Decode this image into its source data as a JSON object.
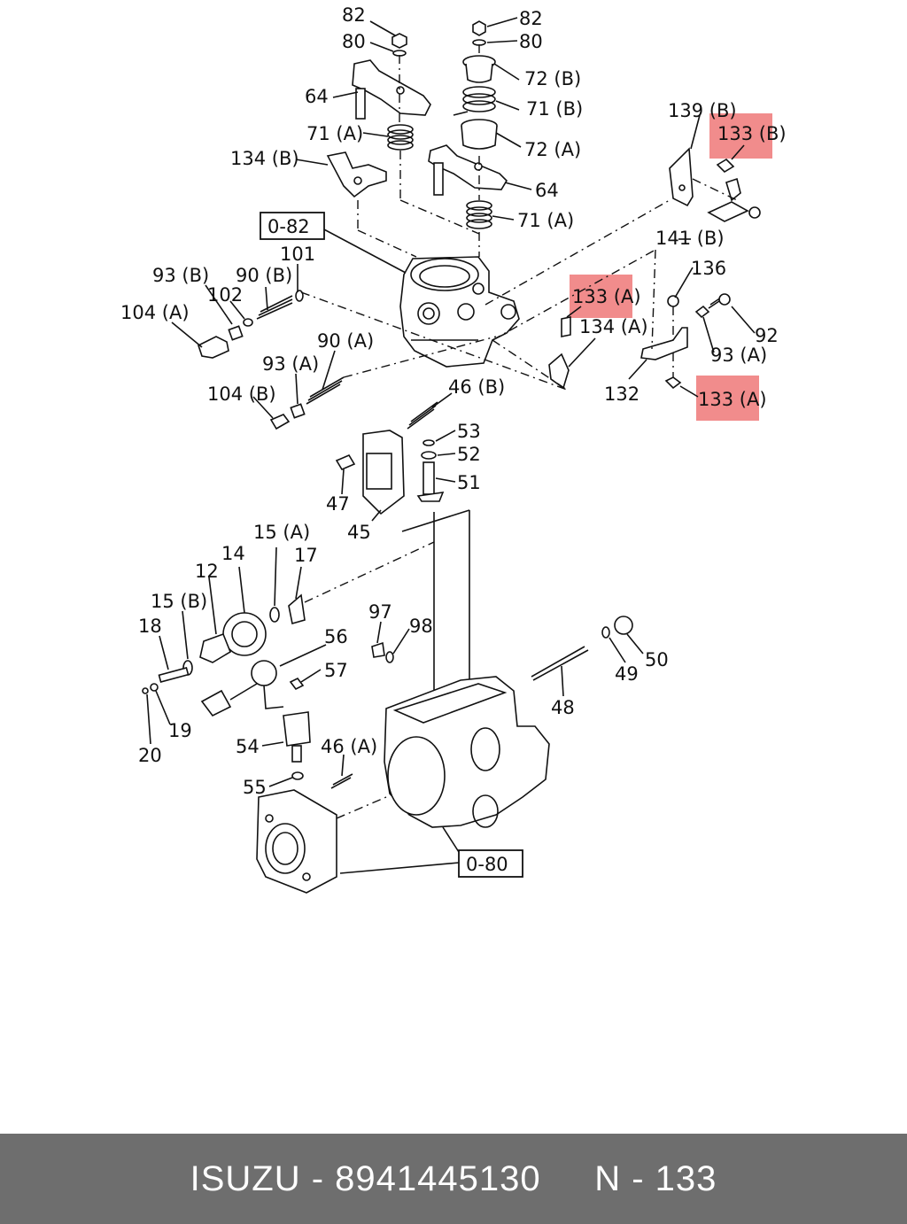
{
  "labels": {
    "l82a": "82",
    "l80a": "80",
    "l64a": "64",
    "l71A_a": "71 (A)",
    "l134B": "134 (B)",
    "l82b": "82",
    "l80b": "80",
    "l72B": "72 (B)",
    "l71B": "71 (B)",
    "l72A": "72 (A)",
    "l64b": "64",
    "l71A_b": "71 (A)",
    "l082": "0-82",
    "l101": "101",
    "l93B": "93 (B)",
    "l90B": "90 (B)",
    "l102": "102",
    "l104A": "104 (A)",
    "l90A": "90 (A)",
    "l93A_l": "93 (A)",
    "l104B": "104 (B)",
    "l46B": "46 (B)",
    "l53": "53",
    "l52": "52",
    "l51": "51",
    "l47": "47",
    "l45": "45",
    "l139B": "139 (B)",
    "l133B": "133 (B)",
    "l141B": "141 (B)",
    "l136": "136",
    "l133A_1": "133 (A)",
    "l134A": "134 (A)",
    "l92": "92",
    "l93A_r": "93 (A)",
    "l132": "132",
    "l133A_2": "133 (A)",
    "l15A": "15 (A)",
    "l14": "14",
    "l17": "17",
    "l12": "12",
    "l15B": "15 (B)",
    "l18": "18",
    "l56": "56",
    "l57": "57",
    "l19": "19",
    "l20": "20",
    "l97": "97",
    "l98": "98",
    "l49": "49",
    "l50": "50",
    "l48": "48",
    "l54": "54",
    "l46A": "46 (A)",
    "l55": "55",
    "l080": "0-80"
  },
  "highlight_color": "#f08080",
  "footer": {
    "brand": "ISUZU",
    "separator": "-",
    "part_number": "8941445130",
    "ref": "N - 133"
  }
}
